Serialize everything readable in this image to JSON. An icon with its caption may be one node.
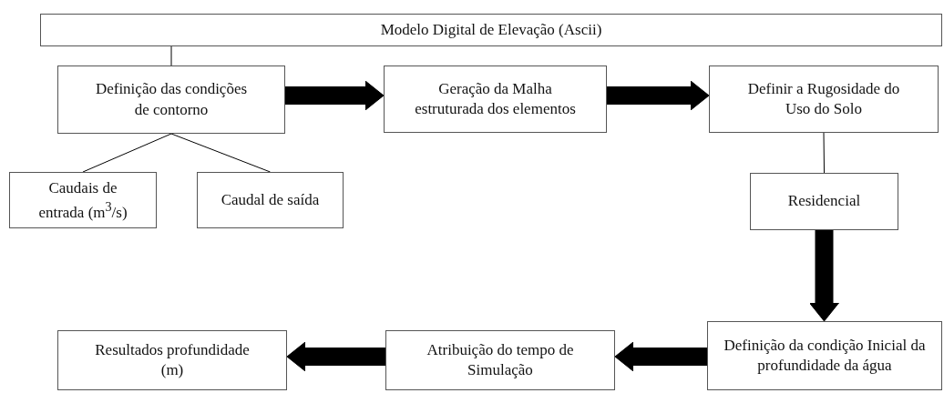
{
  "diagram": {
    "nodes": [
      {
        "text": [
          "Modelo Digital de Elevação (Ascii)"
        ]
      },
      {
        "text": [
          "Definição das condições de contorno"
        ]
      },
      {
        "text": [
          "Geração da Malha estruturada dos elementos"
        ]
      },
      {
        "text": [
          "Definir a Rugosidade do Uso do Solo"
        ]
      },
      {
        "text": [
          "Caudais de entrada (m$^{3}$/s)"
        ]
      },
      {
        "text": [
          "Caudal de saída"
        ]
      },
      {
        "text": [
          "Residencial"
        ]
      },
      {
        "text": [
          "Definição da condição Inicial da profundidade da água"
        ]
      },
      {
        "text": [
          "Atribuição do tempo de Simulação"
        ]
      },
      {
        "text": [
          "Resultados profundidade (m)"
        ]
      }
    ],
    "edges": [
      {
        "from": 0,
        "to": 1,
        "arrow": "none"
      },
      {
        "from": 1,
        "to": 4,
        "arrow": "none"
      },
      {
        "from": 1,
        "to": 5,
        "arrow": "none"
      },
      {
        "from": 1,
        "to": 2,
        "arrow": "to"
      },
      {
        "from": 2,
        "to": 3,
        "arrow": "to"
      },
      {
        "from": 3,
        "to": 6,
        "arrow": "none"
      },
      {
        "from": 6,
        "to": 7,
        "arrow": "to"
      },
      {
        "from": 7,
        "to": 8,
        "arrow": "to"
      },
      {
        "from": 8,
        "to": 9,
        "arrow": "to"
      }
    ]
  }
}
